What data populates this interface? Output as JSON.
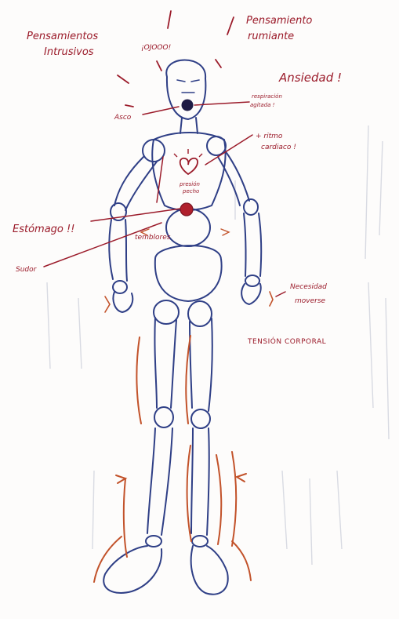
{
  "colors": {
    "ink_blue": "#2f3f86",
    "ink_red": "#9b1b2a",
    "ink_orange": "#c2522a",
    "ink_dark": "#1e1b45",
    "bleed_through": "#c9cdd8"
  },
  "labels": {
    "pensamientos_intrusivos_1": "Pensamientos",
    "pensamientos_intrusivos_2": "Intrusivos",
    "ojo": "¡OJOOO!",
    "pensamiento_rumiante_1": "Pensamiento",
    "pensamiento_rumiante_2": "rumiante",
    "ansiedad": "Ansiedad !",
    "asco": "Asco",
    "respiracion_1": "respiración",
    "respiracion_2": "agitada !",
    "ritmo_1": "+ ritmo",
    "ritmo_2": "cardiaco !",
    "presion_1": "presión",
    "presion_2": "pecho",
    "estomago": "Estómago !!",
    "sudor": "Sudor",
    "temblores": "temblores",
    "necesidad_1": "Necesidad",
    "necesidad_2": "moverse",
    "tension": "TENSIÓN CORPORAL"
  }
}
